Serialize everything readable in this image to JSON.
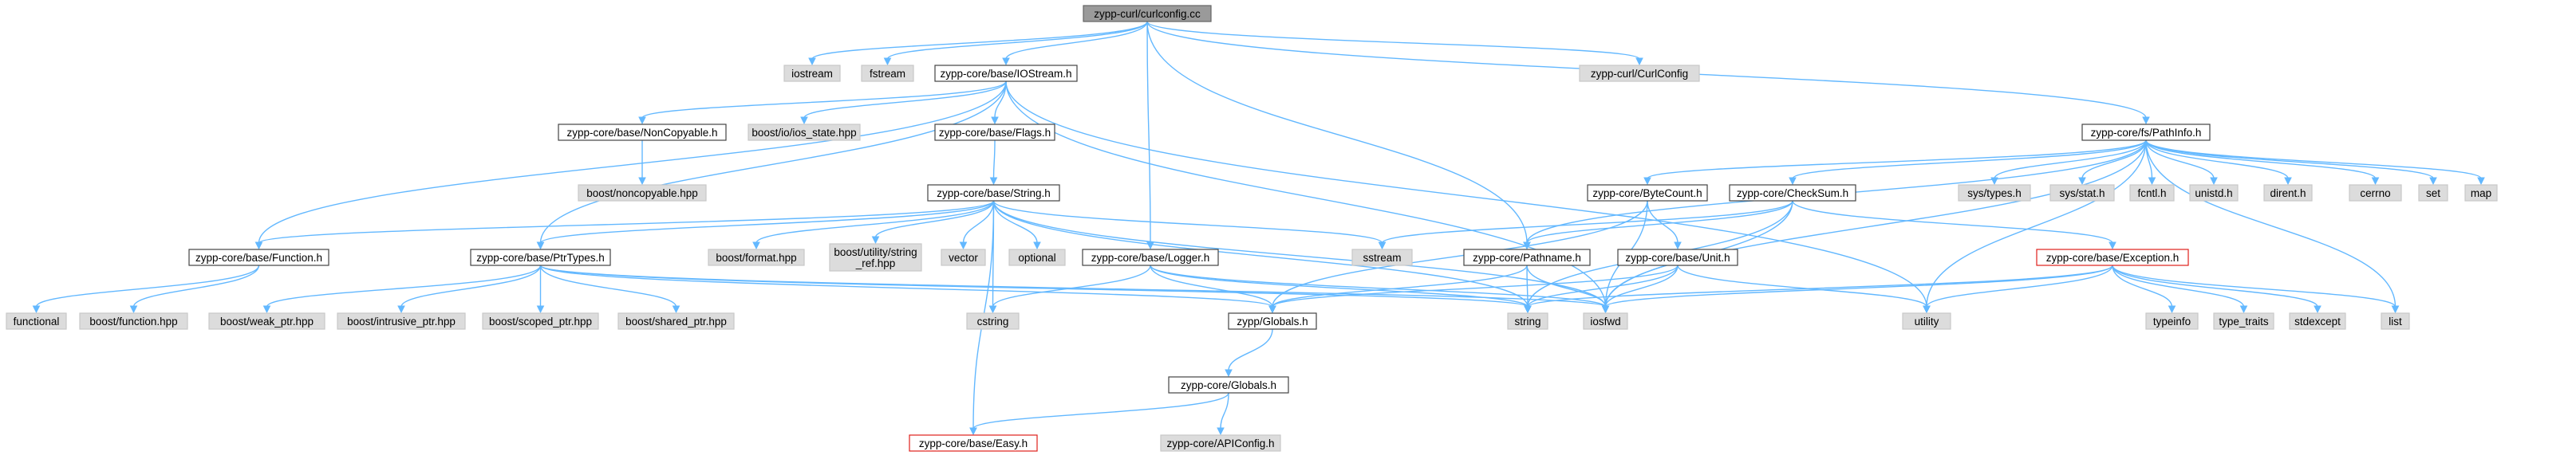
{
  "graph": {
    "colors": {
      "edge": "#63b8ff",
      "root_fill": "#9a9a9a",
      "local_fill": "#ffffff",
      "external_fill": "#dcdcdc",
      "flagged_border": "#e0201c"
    },
    "nodes": [
      {
        "id": "curlconfig",
        "label": [
          "zypp-curl/curlconfig.cc"
        ],
        "kind": "root"
      },
      {
        "id": "iostream",
        "label": [
          "iostream"
        ],
        "kind": "external"
      },
      {
        "id": "fstream",
        "label": [
          "fstream"
        ],
        "kind": "external"
      },
      {
        "id": "iostream_h",
        "label": [
          "zypp-core/base/IOStream.h"
        ],
        "kind": "local"
      },
      {
        "id": "curlconfig_h",
        "label": [
          "zypp-curl/CurlConfig"
        ],
        "kind": "external"
      },
      {
        "id": "noncopyable_h",
        "label": [
          "zypp-core/base/NonCopyable.h"
        ],
        "kind": "local"
      },
      {
        "id": "ios_state",
        "label": [
          "boost/io/ios_state.hpp"
        ],
        "kind": "external"
      },
      {
        "id": "flags_h",
        "label": [
          "zypp-core/base/Flags.h"
        ],
        "kind": "local"
      },
      {
        "id": "pathinfo_h",
        "label": [
          "zypp-core/fs/PathInfo.h"
        ],
        "kind": "local"
      },
      {
        "id": "noncopyable_hpp",
        "label": [
          "boost/noncopyable.hpp"
        ],
        "kind": "external"
      },
      {
        "id": "string_h",
        "label": [
          "zypp-core/base/String.h"
        ],
        "kind": "local"
      },
      {
        "id": "bytecount_h",
        "label": [
          "zypp-core/ByteCount.h"
        ],
        "kind": "local"
      },
      {
        "id": "checksum_h",
        "label": [
          "zypp-core/CheckSum.h"
        ],
        "kind": "local"
      },
      {
        "id": "systypes",
        "label": [
          "sys/types.h"
        ],
        "kind": "external"
      },
      {
        "id": "sysstat",
        "label": [
          "sys/stat.h"
        ],
        "kind": "external"
      },
      {
        "id": "fcntl",
        "label": [
          "fcntl.h"
        ],
        "kind": "external"
      },
      {
        "id": "unistd",
        "label": [
          "unistd.h"
        ],
        "kind": "external"
      },
      {
        "id": "dirent",
        "label": [
          "dirent.h"
        ],
        "kind": "external"
      },
      {
        "id": "cerrno",
        "label": [
          "cerrno"
        ],
        "kind": "external"
      },
      {
        "id": "set",
        "label": [
          "set"
        ],
        "kind": "external"
      },
      {
        "id": "map",
        "label": [
          "map"
        ],
        "kind": "external"
      },
      {
        "id": "function_h",
        "label": [
          "zypp-core/base/Function.h"
        ],
        "kind": "local"
      },
      {
        "id": "ptrtypes_h",
        "label": [
          "zypp-core/base/PtrTypes.h"
        ],
        "kind": "local"
      },
      {
        "id": "boost_format",
        "label": [
          "boost/format.hpp"
        ],
        "kind": "external"
      },
      {
        "id": "string_ref",
        "label": [
          "boost/utility/string",
          "_ref.hpp"
        ],
        "kind": "external"
      },
      {
        "id": "vector",
        "label": [
          "vector"
        ],
        "kind": "external"
      },
      {
        "id": "optional",
        "label": [
          "optional"
        ],
        "kind": "external"
      },
      {
        "id": "logger_h",
        "label": [
          "zypp-core/base/Logger.h"
        ],
        "kind": "local"
      },
      {
        "id": "sstream",
        "label": [
          "sstream"
        ],
        "kind": "external"
      },
      {
        "id": "pathname_h",
        "label": [
          "zypp-core/Pathname.h"
        ],
        "kind": "local"
      },
      {
        "id": "unit_h",
        "label": [
          "zypp-core/base/Unit.h"
        ],
        "kind": "local"
      },
      {
        "id": "exception_h",
        "label": [
          "zypp-core/base/Exception.h"
        ],
        "kind": "flagged"
      },
      {
        "id": "functional",
        "label": [
          "functional"
        ],
        "kind": "external"
      },
      {
        "id": "boost_function",
        "label": [
          "boost/function.hpp"
        ],
        "kind": "external"
      },
      {
        "id": "weak_ptr",
        "label": [
          "boost/weak_ptr.hpp"
        ],
        "kind": "external"
      },
      {
        "id": "intrusive_ptr",
        "label": [
          "boost/intrusive_ptr.hpp"
        ],
        "kind": "external"
      },
      {
        "id": "scoped_ptr",
        "label": [
          "boost/scoped_ptr.hpp"
        ],
        "kind": "external"
      },
      {
        "id": "shared_ptr",
        "label": [
          "boost/shared_ptr.hpp"
        ],
        "kind": "external"
      },
      {
        "id": "cstring",
        "label": [
          "cstring"
        ],
        "kind": "external"
      },
      {
        "id": "globals_h1",
        "label": [
          "zypp/Globals.h"
        ],
        "kind": "local"
      },
      {
        "id": "string",
        "label": [
          "string"
        ],
        "kind": "external"
      },
      {
        "id": "iosfwd",
        "label": [
          "iosfwd"
        ],
        "kind": "external"
      },
      {
        "id": "utility",
        "label": [
          "utility"
        ],
        "kind": "external"
      },
      {
        "id": "typeinfo",
        "label": [
          "typeinfo"
        ],
        "kind": "external"
      },
      {
        "id": "type_traits",
        "label": [
          "type_traits"
        ],
        "kind": "external"
      },
      {
        "id": "stdexcept",
        "label": [
          "stdexcept"
        ],
        "kind": "external"
      },
      {
        "id": "list",
        "label": [
          "list"
        ],
        "kind": "external"
      },
      {
        "id": "globals_h2",
        "label": [
          "zypp-core/Globals.h"
        ],
        "kind": "local"
      },
      {
        "id": "easy_h",
        "label": [
          "zypp-core/base/Easy.h"
        ],
        "kind": "flagged"
      },
      {
        "id": "apiconfig_h",
        "label": [
          "zypp-core/APIConfig.h"
        ],
        "kind": "external"
      }
    ],
    "edges": [
      [
        "curlconfig",
        "iostream"
      ],
      [
        "curlconfig",
        "fstream"
      ],
      [
        "curlconfig",
        "iostream_h"
      ],
      [
        "curlconfig",
        "curlconfig_h"
      ],
      [
        "curlconfig",
        "pathinfo_h"
      ],
      [
        "curlconfig",
        "logger_h"
      ],
      [
        "curlconfig",
        "pathname_h"
      ],
      [
        "iostream_h",
        "noncopyable_h"
      ],
      [
        "iostream_h",
        "ios_state"
      ],
      [
        "iostream_h",
        "flags_h"
      ],
      [
        "iostream_h",
        "function_h"
      ],
      [
        "iostream_h",
        "ptrtypes_h"
      ],
      [
        "iostream_h",
        "iosfwd"
      ],
      [
        "iostream_h",
        "utility"
      ],
      [
        "noncopyable_h",
        "noncopyable_hpp"
      ],
      [
        "flags_h",
        "string_h"
      ],
      [
        "string_h",
        "function_h"
      ],
      [
        "string_h",
        "ptrtypes_h"
      ],
      [
        "string_h",
        "boost_format"
      ],
      [
        "string_h",
        "string_ref"
      ],
      [
        "string_h",
        "vector"
      ],
      [
        "string_h",
        "optional"
      ],
      [
        "string_h",
        "sstream"
      ],
      [
        "string_h",
        "cstring"
      ],
      [
        "string_h",
        "easy_h"
      ],
      [
        "string_h",
        "string"
      ],
      [
        "string_h",
        "iosfwd"
      ],
      [
        "function_h",
        "functional"
      ],
      [
        "function_h",
        "boost_function"
      ],
      [
        "ptrtypes_h",
        "weak_ptr"
      ],
      [
        "ptrtypes_h",
        "intrusive_ptr"
      ],
      [
        "ptrtypes_h",
        "scoped_ptr"
      ],
      [
        "ptrtypes_h",
        "shared_ptr"
      ],
      [
        "ptrtypes_h",
        "globals_h1"
      ],
      [
        "ptrtypes_h",
        "string"
      ],
      [
        "ptrtypes_h",
        "iosfwd"
      ],
      [
        "logger_h",
        "cstring"
      ],
      [
        "logger_h",
        "globals_h1"
      ],
      [
        "logger_h",
        "iosfwd"
      ],
      [
        "logger_h",
        "string"
      ],
      [
        "pathinfo_h",
        "bytecount_h"
      ],
      [
        "pathinfo_h",
        "checksum_h"
      ],
      [
        "pathinfo_h",
        "systypes"
      ],
      [
        "pathinfo_h",
        "sysstat"
      ],
      [
        "pathinfo_h",
        "fcntl"
      ],
      [
        "pathinfo_h",
        "unistd"
      ],
      [
        "pathinfo_h",
        "dirent"
      ],
      [
        "pathinfo_h",
        "cerrno"
      ],
      [
        "pathinfo_h",
        "set"
      ],
      [
        "pathinfo_h",
        "map"
      ],
      [
        "pathinfo_h",
        "pathname_h"
      ],
      [
        "pathinfo_h",
        "iosfwd"
      ],
      [
        "pathinfo_h",
        "list"
      ],
      [
        "pathinfo_h",
        "utility"
      ],
      [
        "bytecount_h",
        "unit_h"
      ],
      [
        "bytecount_h",
        "globals_h1"
      ],
      [
        "bytecount_h",
        "iosfwd"
      ],
      [
        "checksum_h",
        "pathname_h"
      ],
      [
        "checksum_h",
        "exception_h"
      ],
      [
        "checksum_h",
        "sstream"
      ],
      [
        "checksum_h",
        "iosfwd"
      ],
      [
        "checksum_h",
        "string"
      ],
      [
        "pathname_h",
        "string"
      ],
      [
        "pathname_h",
        "iosfwd"
      ],
      [
        "pathname_h",
        "globals_h1"
      ],
      [
        "unit_h",
        "iosfwd"
      ],
      [
        "unit_h",
        "string"
      ],
      [
        "unit_h",
        "globals_h1"
      ],
      [
        "unit_h",
        "utility"
      ],
      [
        "exception_h",
        "typeinfo"
      ],
      [
        "exception_h",
        "type_traits"
      ],
      [
        "exception_h",
        "stdexcept"
      ],
      [
        "exception_h",
        "list"
      ],
      [
        "exception_h",
        "iosfwd"
      ],
      [
        "exception_h",
        "string"
      ],
      [
        "exception_h",
        "utility"
      ],
      [
        "globals_h1",
        "globals_h2"
      ],
      [
        "globals_h2",
        "easy_h"
      ],
      [
        "globals_h2",
        "apiconfig_h"
      ]
    ]
  }
}
